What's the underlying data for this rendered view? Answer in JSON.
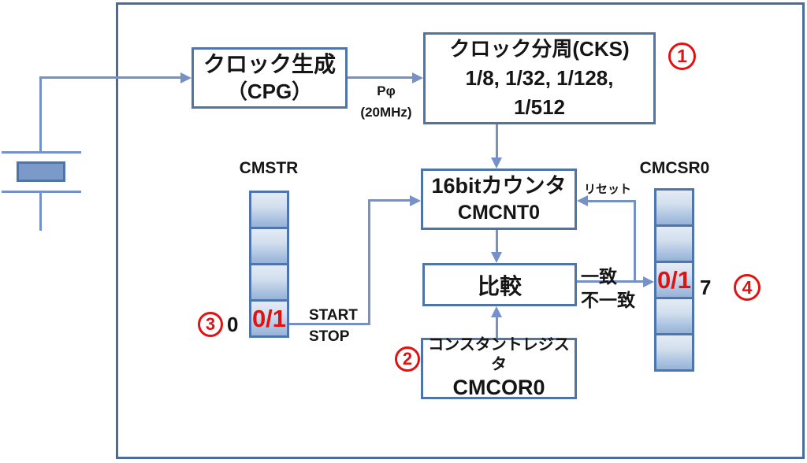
{
  "blocks": {
    "cpg": {
      "line1": "クロック生成",
      "line2": "（CPG）"
    },
    "cks": {
      "line1": "クロック分周(CKS)",
      "line2": "1/8, 1/32, 1/128,",
      "line3": "1/512"
    },
    "counter": {
      "line1": "16bitカウンタ",
      "line2": "CMCNT0"
    },
    "compare": {
      "label": "比較"
    },
    "constant": {
      "line1": "コンスタントレジスタ",
      "line2": "CMCOR0"
    }
  },
  "registers": {
    "cmstr": {
      "label": "CMSTR",
      "bit_value": "0/1",
      "written_value": "0"
    },
    "cmcsr0": {
      "label": "CMCSR0",
      "bit_value": "0/1",
      "bit_number": "7"
    }
  },
  "signals": {
    "clock_name": "Pφ",
    "clock_freq": "(20MHz)",
    "start": "START",
    "stop": "STOP",
    "reset": "リセット",
    "match": "一致",
    "mismatch": "不一致"
  },
  "annotations": {
    "n1": "1",
    "n2": "2",
    "n3": "3",
    "n4": "4"
  },
  "colors": {
    "wire": "#7591c8",
    "box_border": "#4f74a8",
    "outer_border": "#4a6b9d",
    "red": "#e01212",
    "cell_fill_top": "#e3ebf5",
    "cell_fill_bottom": "#97b3d8",
    "crystal_fill": "#7b9aca"
  }
}
